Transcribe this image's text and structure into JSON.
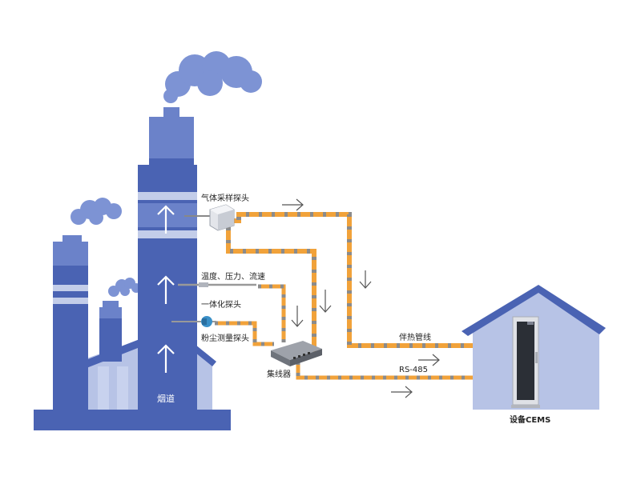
{
  "labels": {
    "gas_probe": "气体采样探头",
    "temp_pressure_flow": "温度、压力、流速",
    "integrated_probe": "一体化探头",
    "dust_probe": "粉尘测量探头",
    "hub": "集线器",
    "chimney": "烟道",
    "heat_trace": "伴热管线",
    "rs485": "RS-485",
    "cems": "设备CEMS"
  },
  "colors": {
    "chimney_dark": "#4a63b3",
    "chimney_mid": "#6b82c9",
    "chimney_light": "#c3cde9",
    "smoke": "#7d93d4",
    "house_wall": "#b7c3e6",
    "roof": "#4a63b3",
    "pipe_orange": "#f1a23a",
    "pipe_dash": "#8b8b8b",
    "ground": "#4a63b3",
    "cabinet": "#d9dbe0"
  },
  "icons": {
    "flow_arrow": "up-arrow-icon",
    "direction_arrow": "right-arrow-icon",
    "down_arrow": "down-arrow-icon"
  }
}
